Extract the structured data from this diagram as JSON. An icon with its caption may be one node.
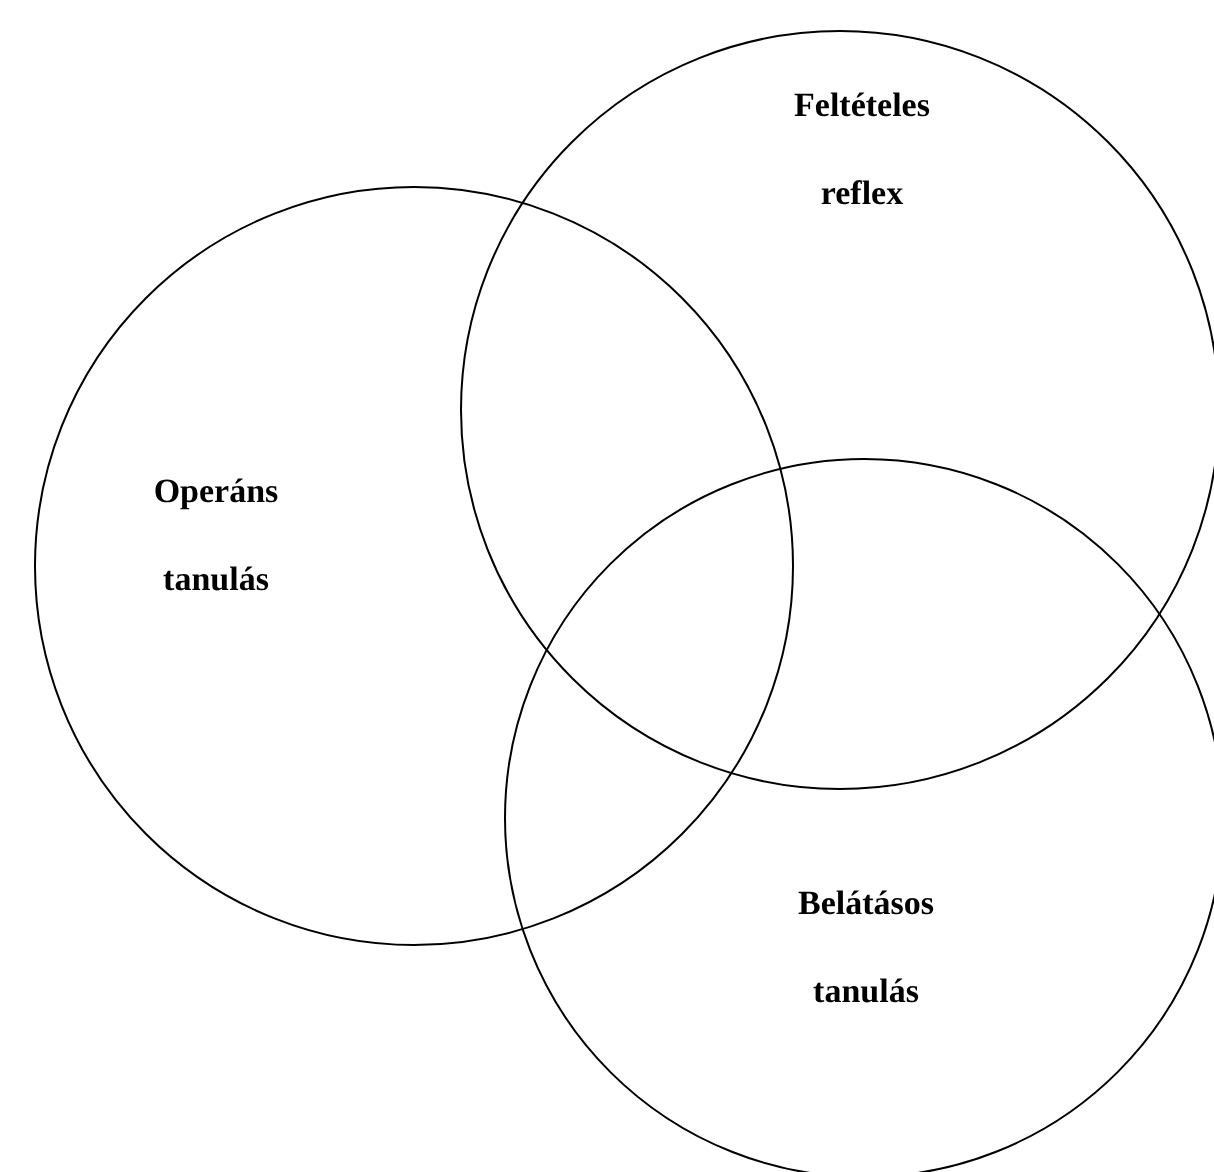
{
  "diagram": {
    "nodes": [
      {
        "text": [
          "Operáns tanulás"
        ]
      },
      {
        "text": [
          "Feltételes reflex"
        ]
      },
      {
        "text": [
          "Belátásos tanulás"
        ]
      }
    ]
  }
}
